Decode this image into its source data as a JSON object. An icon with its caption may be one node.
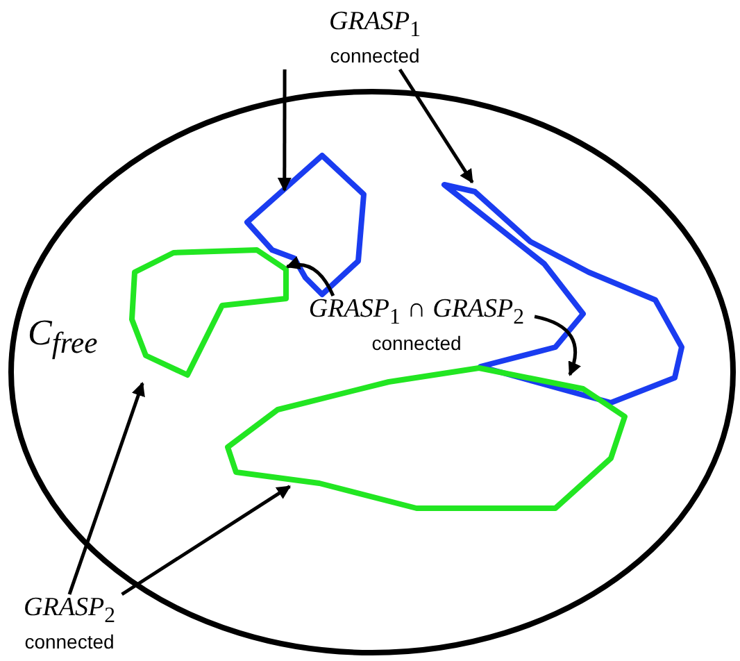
{
  "diagram": {
    "nodes": [
      {
        "text": [
          "C$_{free}$"
        ]
      },
      {
        "text": [
          "*GRASP*$_{1}$",
          "connected"
        ]
      },
      {
        "text": [],
        "shape": "blob",
        "in": 0
      },
      {
        "text": [],
        "shape": "blob",
        "in": 0
      },
      {
        "text": [],
        "shape": "blob",
        "in": 0
      },
      {
        "text": [],
        "shape": "blob",
        "in": 0
      },
      {
        "text": [
          "*GRASP*$_{1}$ ∩ *GRASP*$_{2}$",
          "connected"
        ],
        "in": 0
      },
      {
        "text": [
          "*GRASP*$_{2}$",
          "connected"
        ]
      }
    ],
    "edges": [
      {
        "from": 1,
        "to": 2,
        "arrow": "to"
      },
      {
        "from": 1,
        "to": 3,
        "arrow": "to"
      },
      {
        "from": 6,
        "to": 2,
        "arrow": "to"
      },
      {
        "from": 6,
        "to": 3,
        "arrow": "to"
      },
      {
        "from": 7,
        "to": 4,
        "arrow": "to"
      },
      {
        "from": 7,
        "to": 5,
        "arrow": "to"
      }
    ]
  }
}
